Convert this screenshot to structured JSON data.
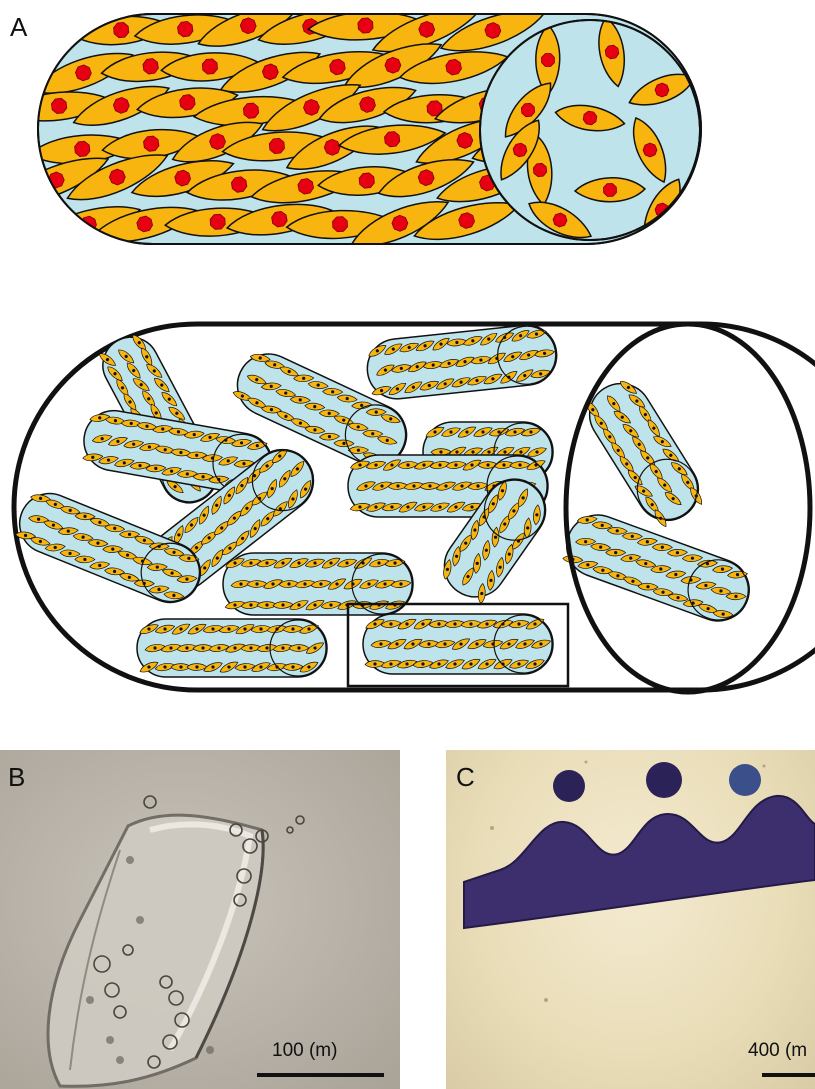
{
  "panels": {
    "a": {
      "label": "A"
    },
    "b": {
      "label": "B",
      "scale_label": "100 (m)"
    },
    "c": {
      "label": "C",
      "scale_label": "400 (m"
    }
  },
  "colors": {
    "cell_fill": "#f8b40f",
    "nucleus_fill": "#e60012",
    "medium_fill": "#bfe3ea",
    "outline": "#111111",
    "photo_b_background": "#b8b2a8",
    "photo_c_background": "#ece1bf",
    "fiber_c_fill": "#3d2f6e"
  }
}
